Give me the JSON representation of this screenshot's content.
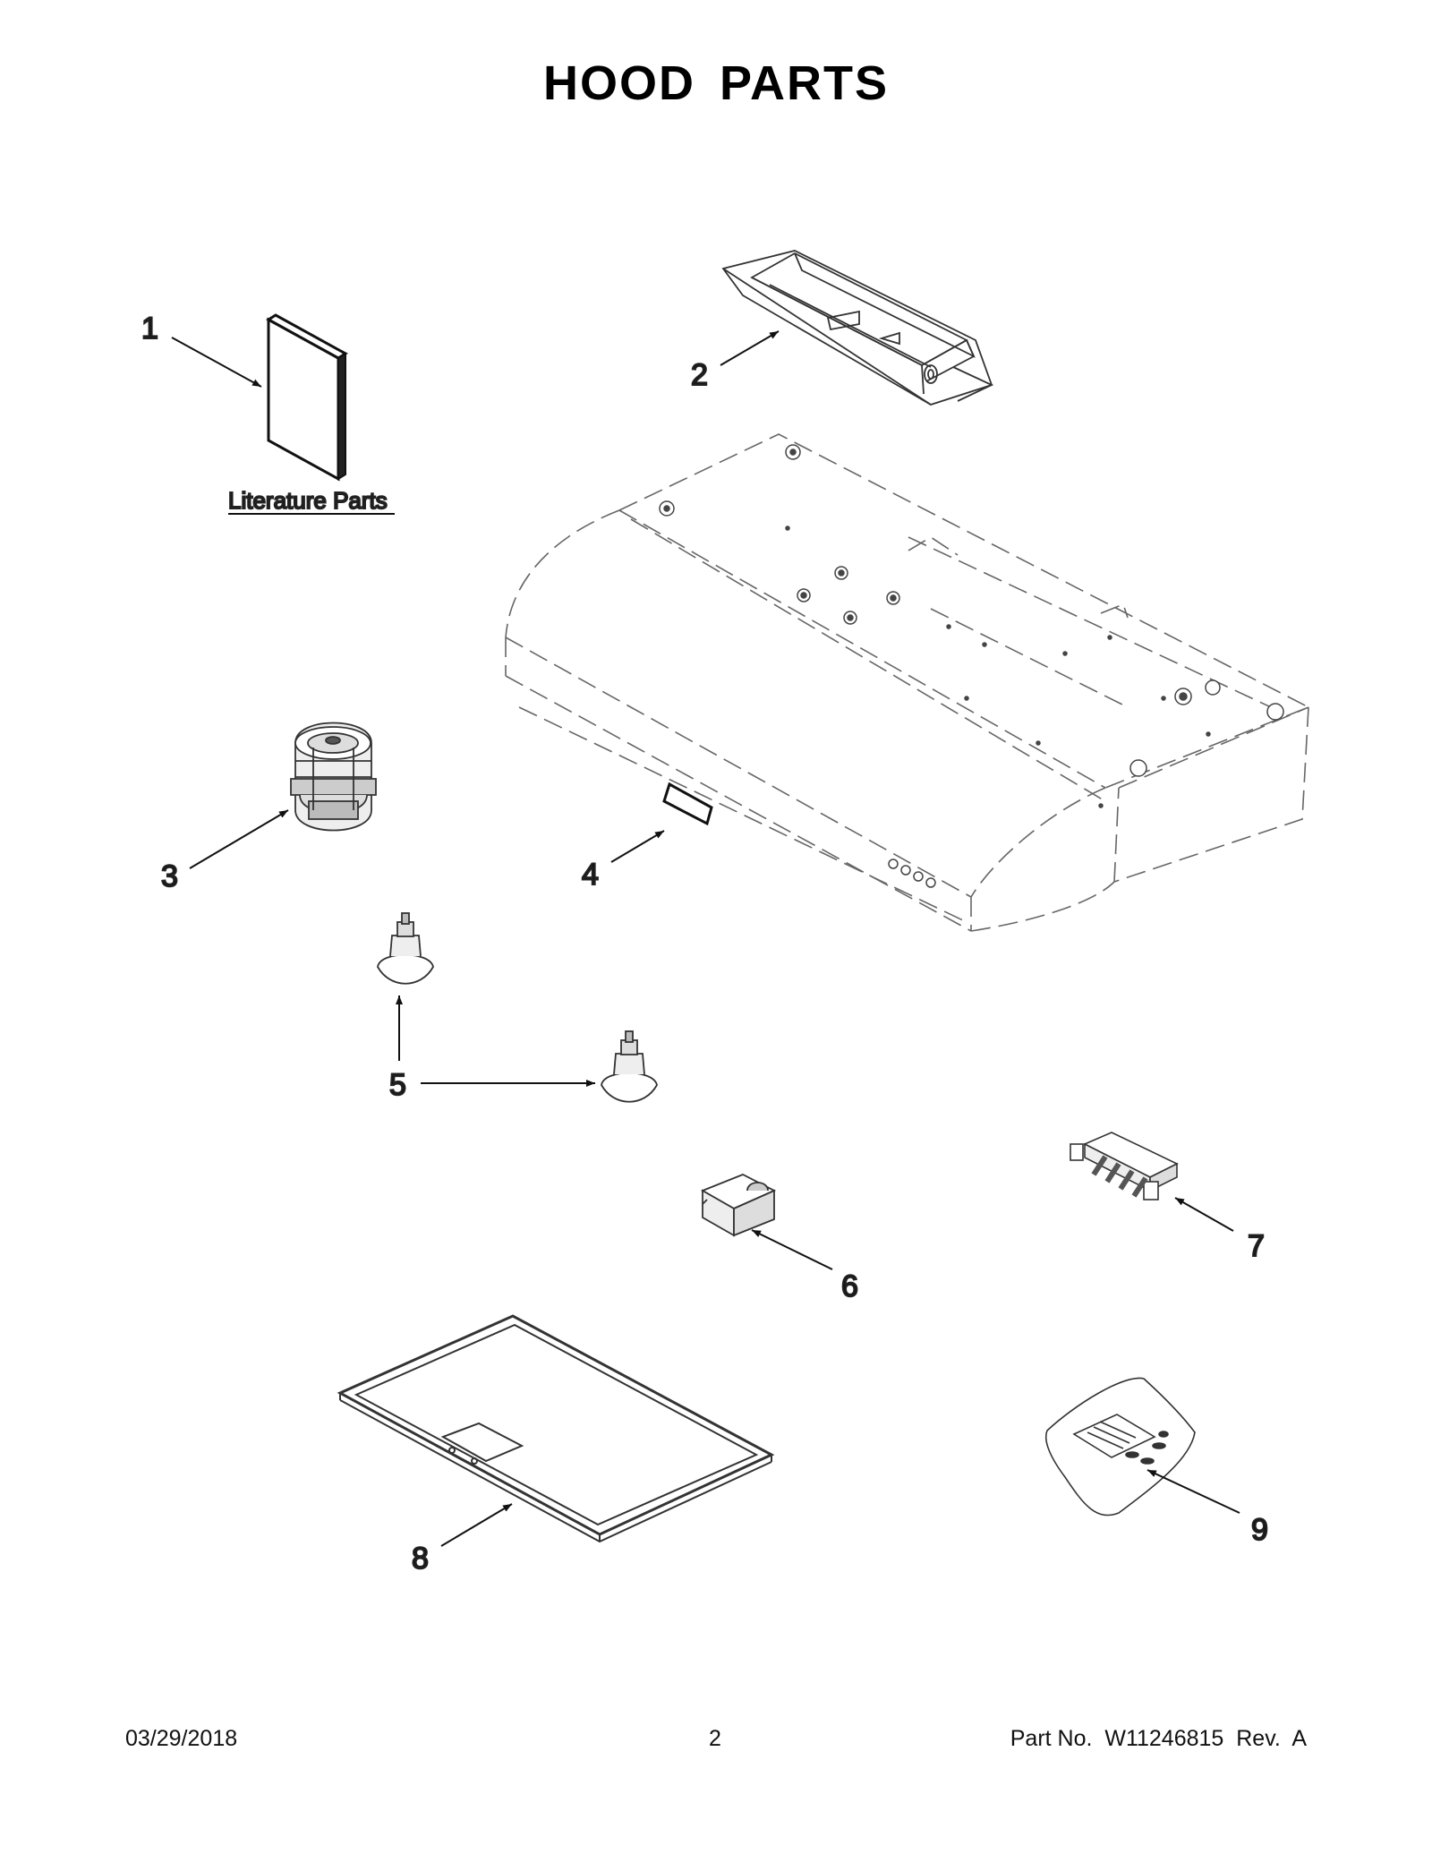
{
  "title": "HOOD PARTS",
  "literature_label": "Literature Parts",
  "callouts": {
    "c1": "1",
    "c2": "2",
    "c3": "3",
    "c4": "4",
    "c5": "5",
    "c6": "6",
    "c7": "7",
    "c8": "8",
    "c9": "9"
  },
  "footer": {
    "date": "03/29/2018",
    "page": "2",
    "part_label": "Part No.",
    "part_number": "W11246815",
    "rev_label": "Rev.",
    "rev": "A"
  }
}
